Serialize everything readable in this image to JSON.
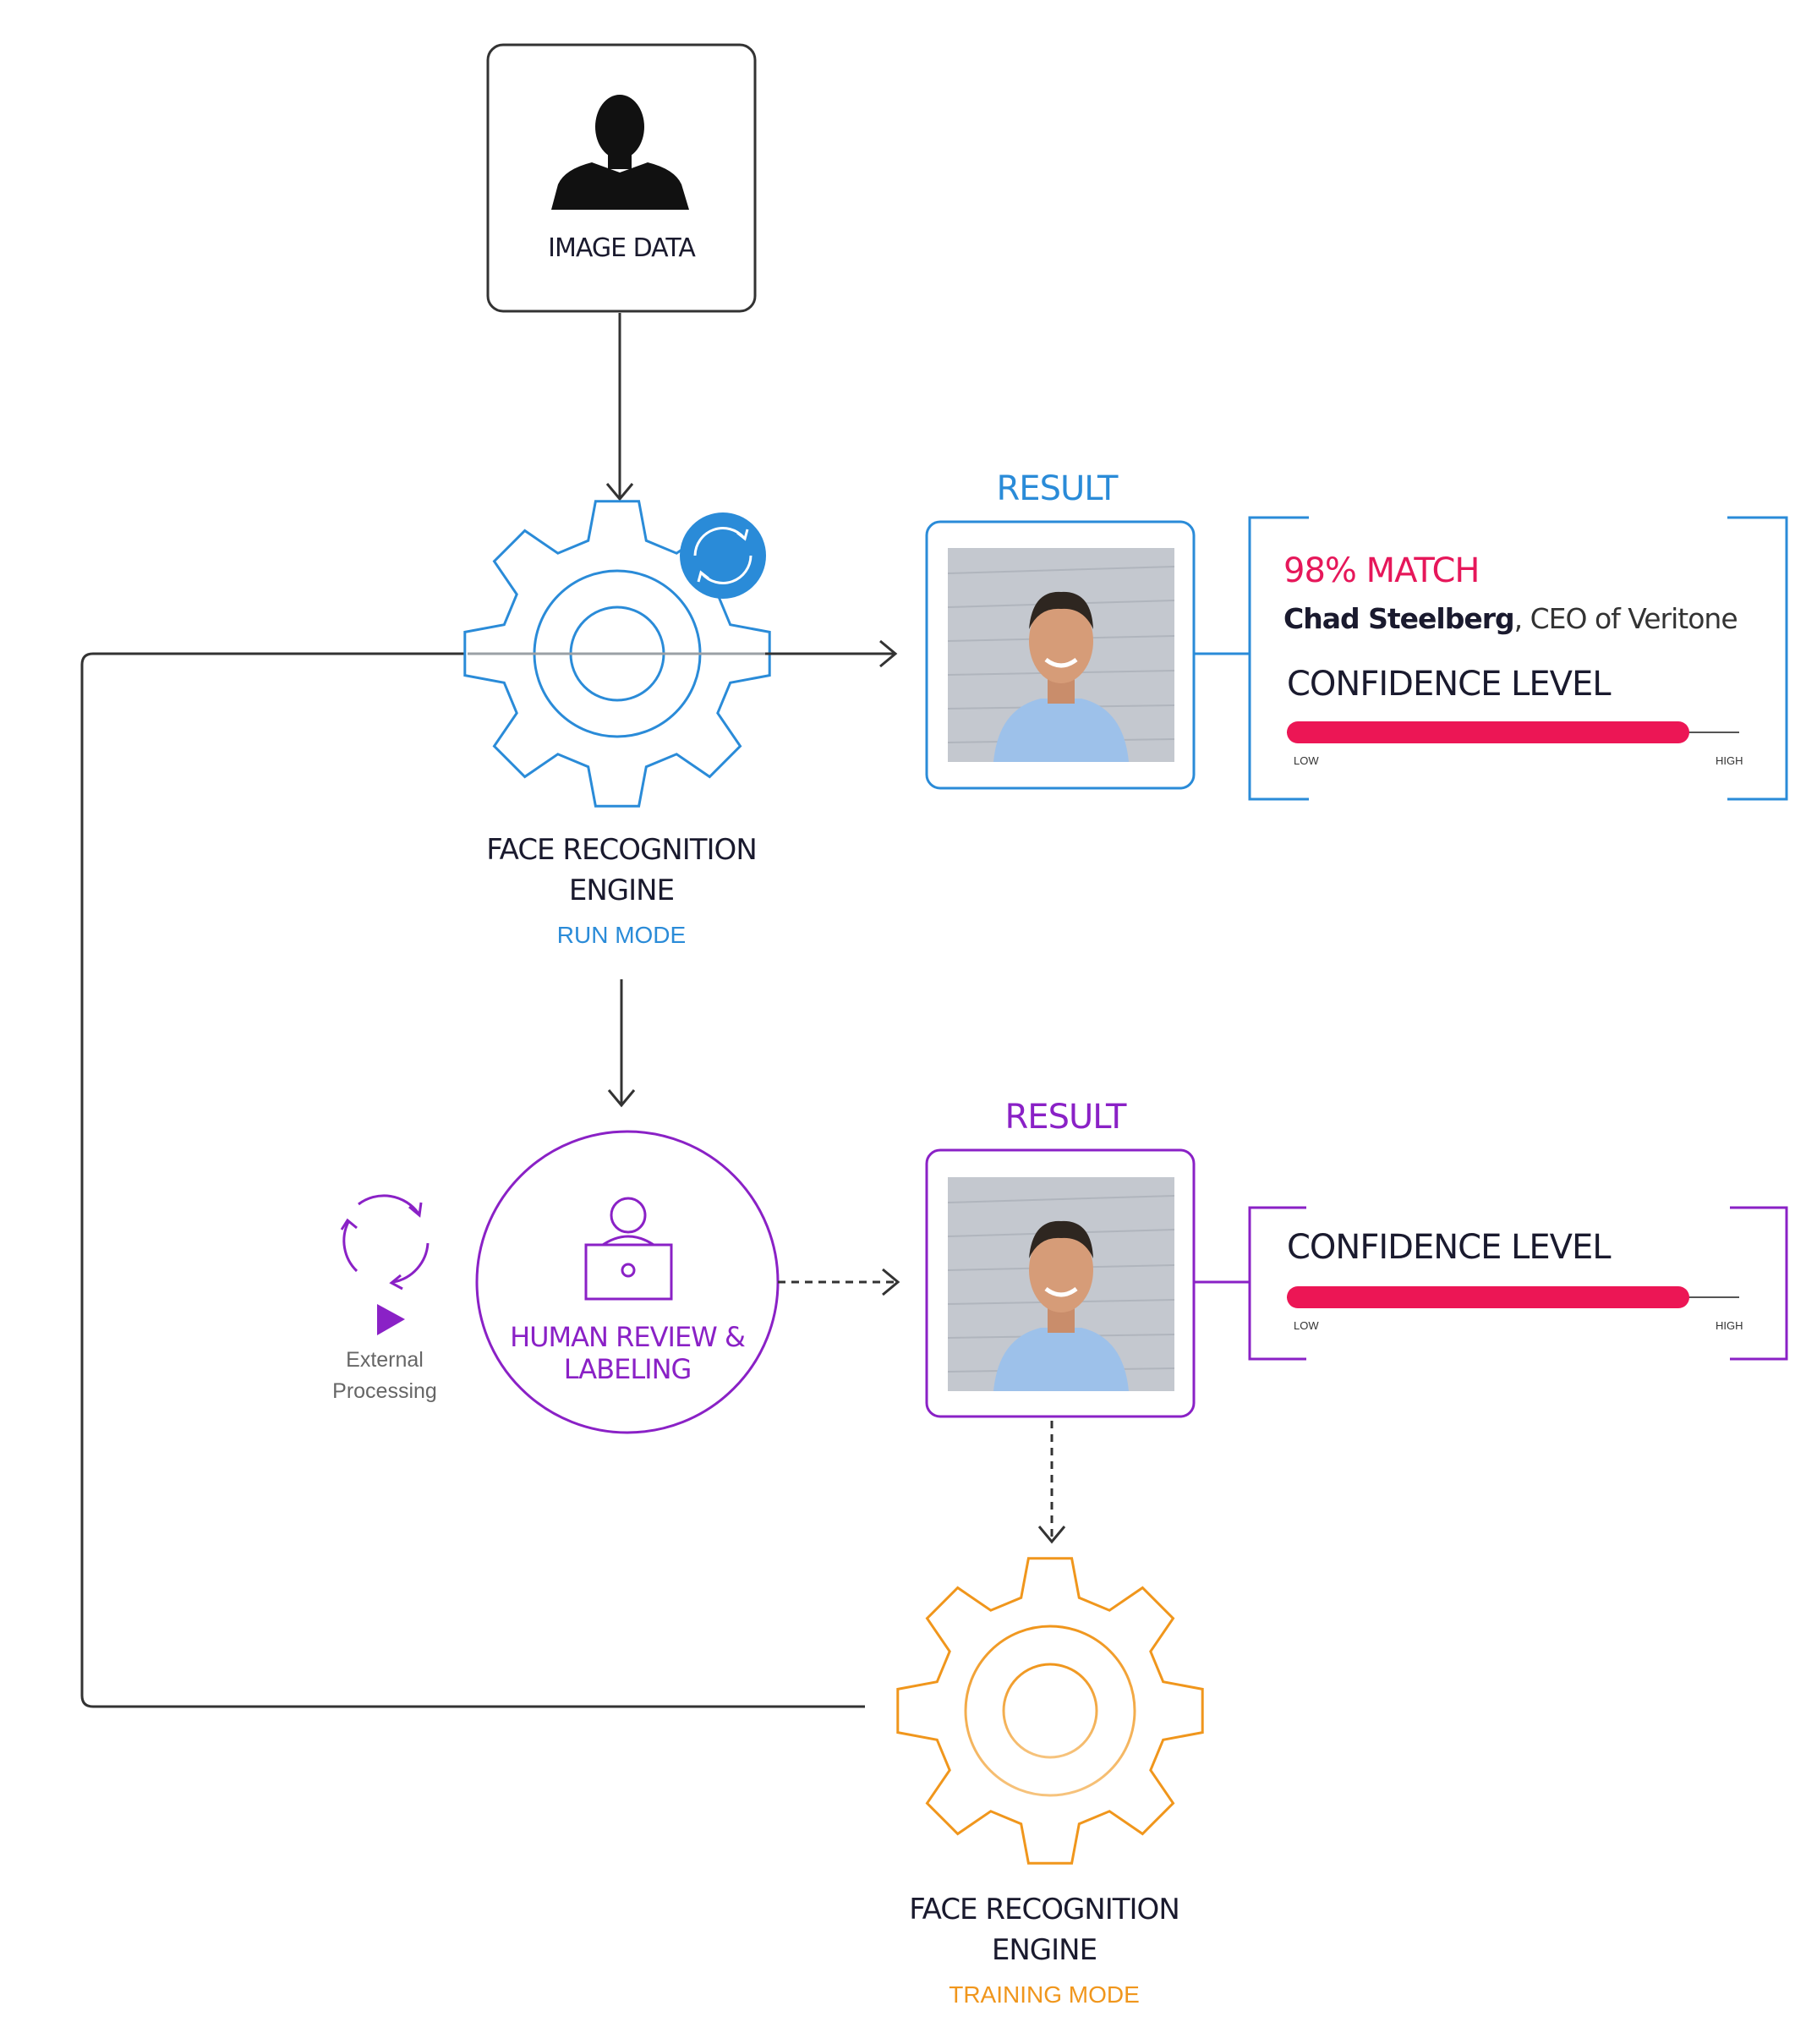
{
  "input": {
    "label": "IMAGE DATA",
    "icon": "person-silhouette-icon"
  },
  "run_engine": {
    "title_line1": "FACE RECOGNITION",
    "title_line2": "ENGINE",
    "mode": "RUN MODE",
    "icon": "gear-icon",
    "badge_icon": "sync-icon"
  },
  "run_result": {
    "heading": "RESULT",
    "match": "98% MATCH",
    "name": "Chad Steelberg",
    "title": ", CEO of Veritone",
    "confidence_label": "CONFIDENCE LEVEL",
    "low": "LOW",
    "high": "HIGH",
    "confidence": 0.89
  },
  "human_review": {
    "label_line1": "HUMAN REVIEW &",
    "label_line2": "LABELING",
    "icon": "person-laptop-icon"
  },
  "external": {
    "line1": "External",
    "line2": "Processing",
    "icon": "cycle-icon",
    "play_icon": "play-icon"
  },
  "review_result": {
    "heading": "RESULT",
    "confidence_label": "CONFIDENCE LEVEL",
    "low": "LOW",
    "high": "HIGH",
    "confidence": 0.89
  },
  "training_engine": {
    "title_line1": "FACE RECOGNITION",
    "title_line2": "ENGINE",
    "mode": "TRAINING MODE",
    "icon": "gear-icon"
  },
  "colors": {
    "blue": "#2a8bd8",
    "purple": "#8a21c6",
    "orange": "#f0961c",
    "pink": "#ec1655",
    "dark": "#1a1a2e"
  }
}
